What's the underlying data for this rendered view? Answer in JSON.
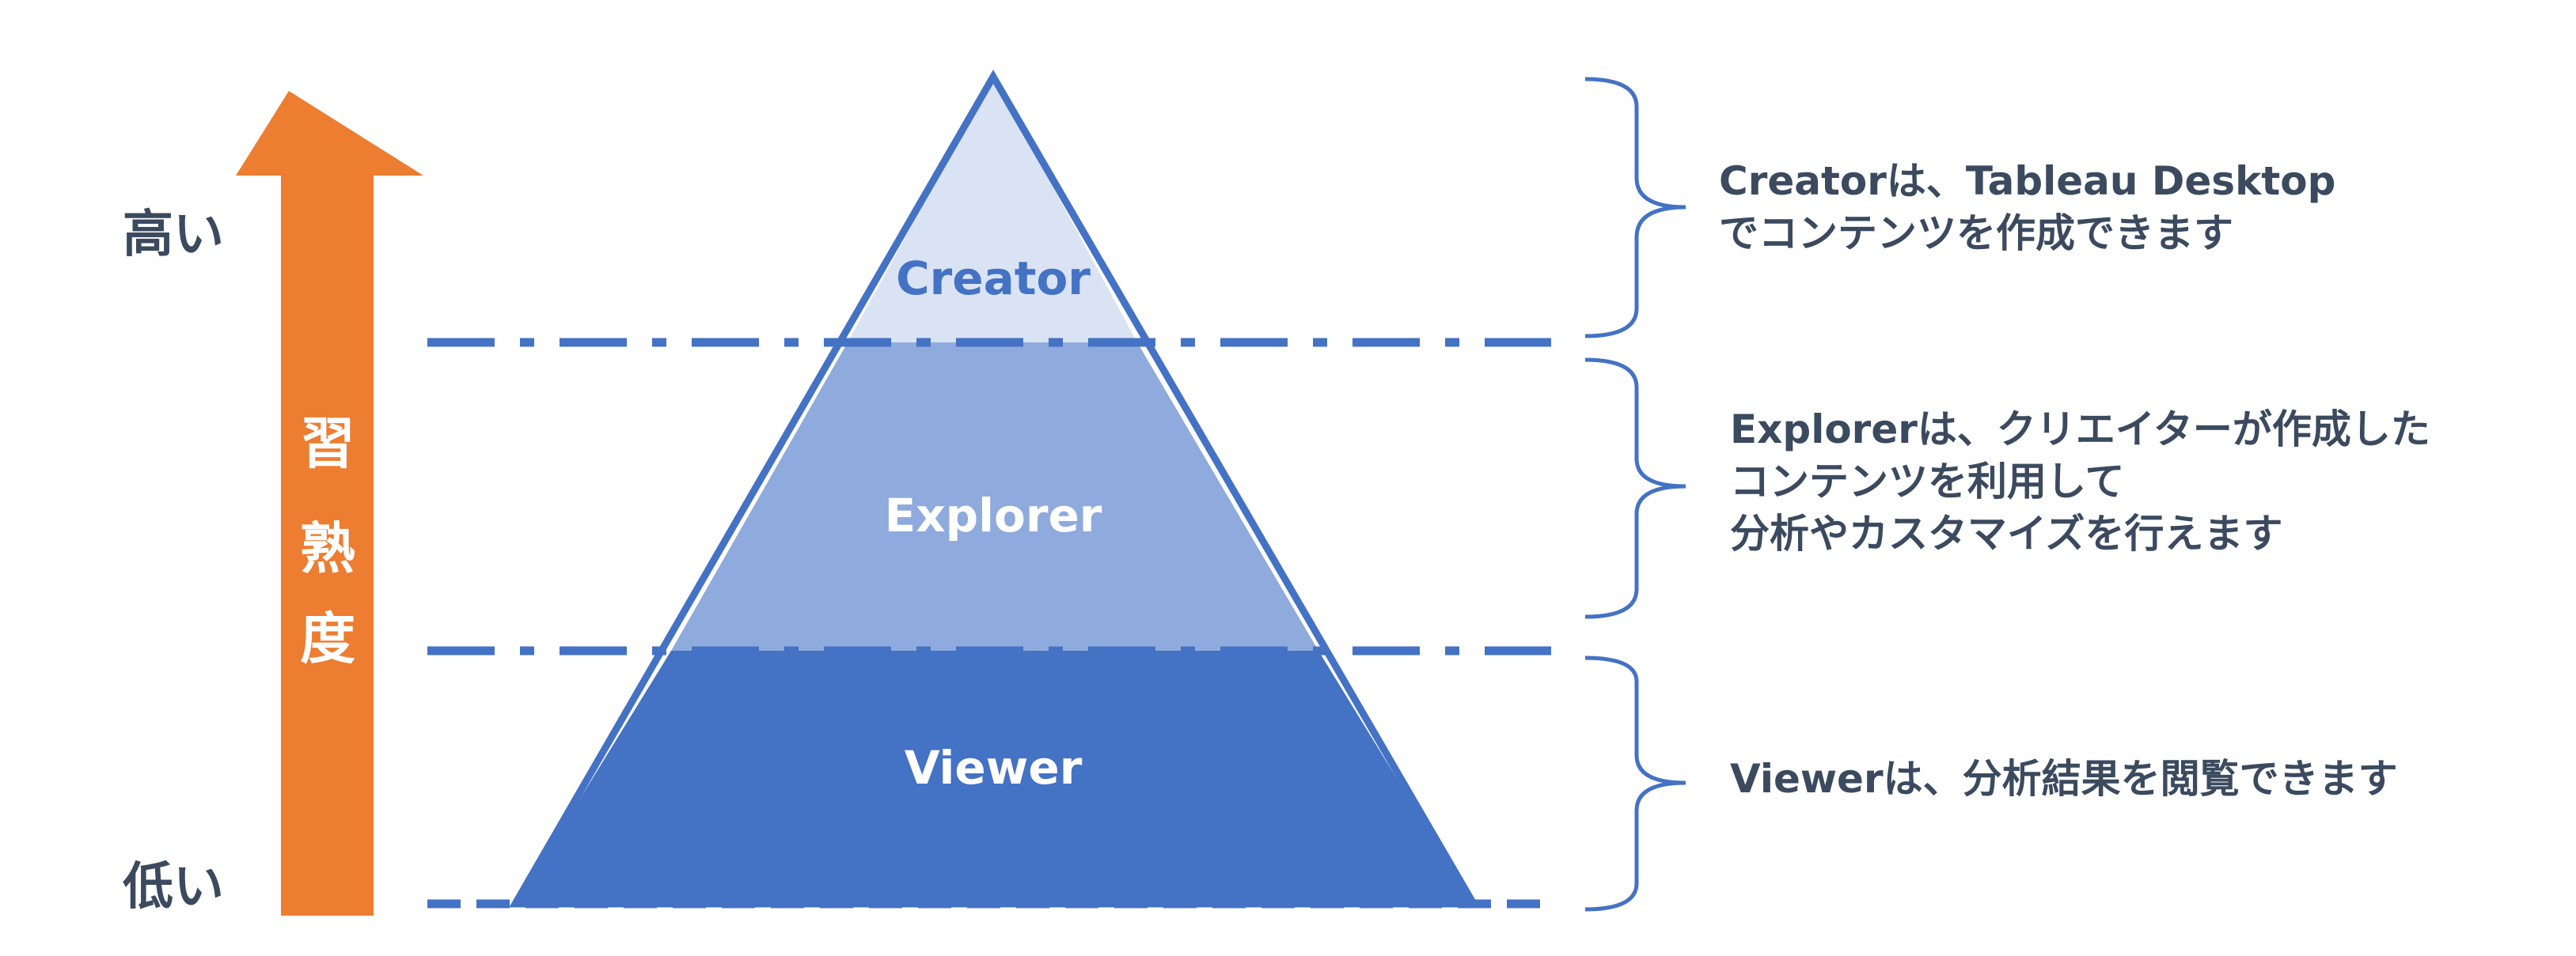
{
  "axis": {
    "high_label": "高い",
    "low_label": "低い",
    "title_chars": [
      "習",
      "熟",
      "度"
    ],
    "arrow_color": "#ED7D31"
  },
  "tiers": [
    {
      "label": "Creator",
      "fill": "#DAE3F3",
      "label_color": "#4472C4"
    },
    {
      "label": "Explorer",
      "fill": "#8FAADC",
      "label_color": "#ffffff"
    },
    {
      "label": "Viewer",
      "fill": "#4472C4",
      "label_color": "#ffffff"
    }
  ],
  "descriptions": [
    {
      "lines": [
        "Creatorは、Tableau Desktop",
        "でコンテンツを作成できます"
      ]
    },
    {
      "lines": [
        "Explorerは、クリエイターが作成した",
        "コンテンツを利用して",
        "分析やカスタマイズを行えます"
      ]
    },
    {
      "lines": [
        "Viewerは、分析結果を閲覧できます"
      ]
    }
  ],
  "colors": {
    "outline": "#4472C4",
    "text": "#3B4A5E"
  }
}
